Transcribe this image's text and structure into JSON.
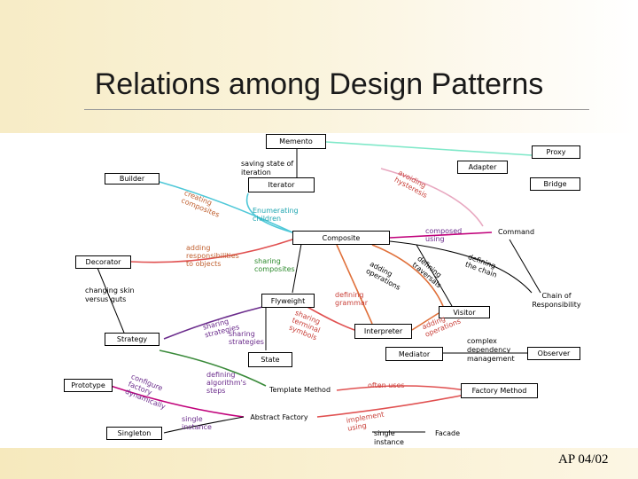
{
  "slide": {
    "title": "Relations among Design Patterns",
    "footer": "AP 04/02"
  },
  "nodes": {
    "memento": "Memento",
    "proxy": "Proxy",
    "adapter": "Adapter",
    "builder": "Builder",
    "iterator": "Iterator",
    "bridge": "Bridge",
    "composite": "Composite",
    "command": "Command",
    "decorator": "Decorator",
    "flyweight": "Flyweight",
    "visitor": "Visitor",
    "chain_of_responsibility": "Chain of Responsibility",
    "strategy": "Strategy",
    "interpreter": "Interpreter",
    "mediator": "Mediator",
    "observer": "Observer",
    "state": "State",
    "prototype": "Prototype",
    "template_method": "Template Method",
    "factory_method": "Factory Method",
    "abstract_factory": "Abstract Factory",
    "singleton": "Singleton",
    "facade": "Facade"
  },
  "edge_labels": {
    "saving_state": "saving state of iteration",
    "avoiding_hysteresis": "avoiding hysteresis",
    "creating_composites": "creating composites",
    "enumerating_children": "Enumerating children",
    "composed_using": "composed using",
    "adding_responsibilities": "adding responsibilities to objects",
    "sharing_composites": "sharing composites",
    "adding_operations": "adding operations",
    "defining_traversals": "defining traversals",
    "defining_the_chain": "defining the chain",
    "changing_skin": "changing skin versus guts",
    "defining_grammar": "defining grammar",
    "sharing_strategies_1": "sharing strategies",
    "sharing_strategies_2": "sharing strategies",
    "sharing_terminal_symbols": "sharing terminal symbols",
    "adding_operations_2": "adding operations",
    "complex_dependency": "complex dependency management",
    "configure_factory": "configure factory dynamically",
    "defining_algorithm_steps": "defining algorithm's steps",
    "often_uses": "often uses",
    "single_instance_1": "single instance",
    "implement_using": "implement using",
    "single_instance_2": "single instance"
  },
  "colors": {
    "memento_proxy_edge": "#7ee8c8",
    "pink_edge": "#e8a8c0",
    "cyan_edge": "#4fc8d8",
    "magenta_edge": "#c0007a",
    "red_edge": "#e05050",
    "orange_edge": "#e0703a",
    "green_edge": "#3a8a3a",
    "purple_edge": "#6b2c8c",
    "black_edge": "#000000"
  }
}
